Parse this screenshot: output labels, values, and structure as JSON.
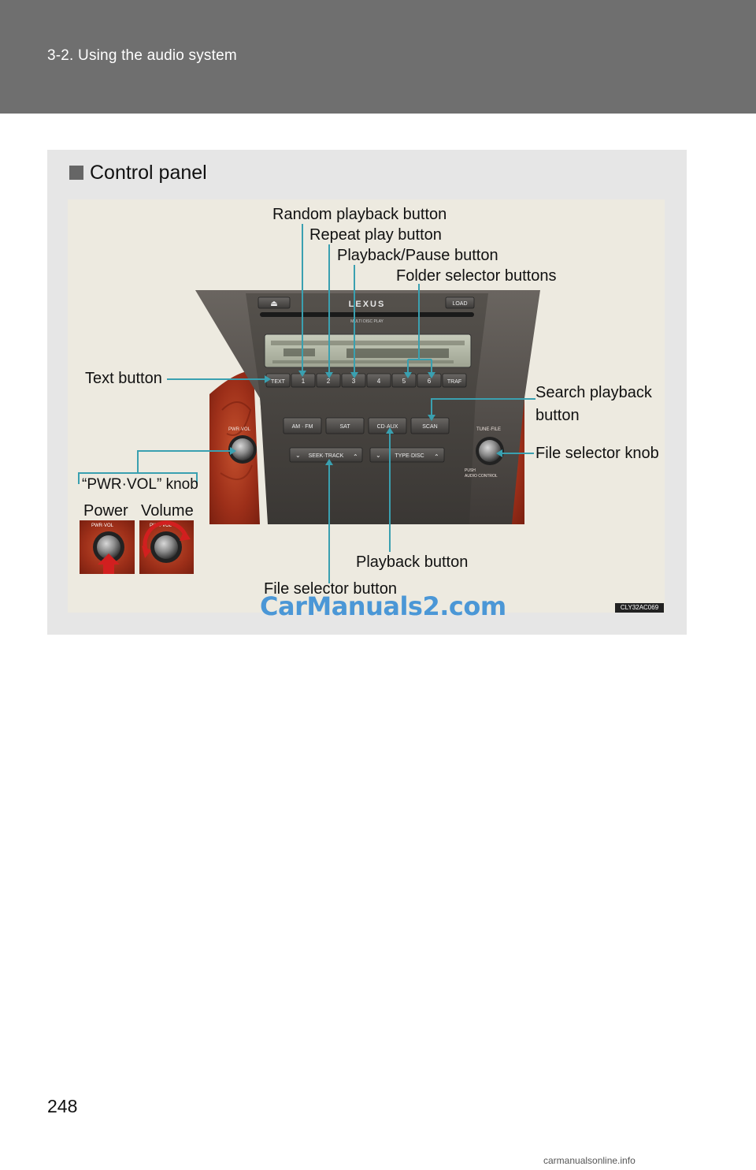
{
  "header": {
    "title": "3-2. Using the audio system"
  },
  "section": {
    "title": "Control panel"
  },
  "callouts": {
    "random": "Random playback button",
    "repeat": "Repeat play button",
    "playpause": "Playback/Pause button",
    "folder": "Folder selector buttons",
    "text": "Text button",
    "search_1": "Search playback",
    "search_2": "button",
    "file_knob": "File selector knob",
    "pwr_knob": "“PWR·VOL” knob",
    "power": "Power",
    "volume": "Volume",
    "playback": "Playback button",
    "file_button": "File selector button"
  },
  "unit": {
    "eject": "⏏",
    "brand": "LEXUS",
    "load": "LOAD",
    "sub": "MULTI DISC PLAY",
    "text_btn": "TEXT",
    "presets": [
      "1",
      "2",
      "3",
      "4",
      "5",
      "6"
    ],
    "traf": "TRAF",
    "am_fm": "AM · FM",
    "sat": "SAT",
    "cd_aux": "CD·AUX",
    "scan": "SCAN",
    "seek": "SEEK·TRACK",
    "type": "TYPE·DISC",
    "pwr_vol": "PWR·VOL",
    "tune": "TUNE·FILE",
    "push": "PUSH",
    "audio_control": "AUDIO CONTROL"
  },
  "figure_code": "CLY32AC069",
  "watermark": "CarManuals2.com",
  "page_number": "248",
  "footer": "carmanualsonline.info",
  "colors": {
    "callout_line": "#3aa0b0",
    "header_bg": "#6f6f6f",
    "panel_bg": "#e6e6e6"
  }
}
